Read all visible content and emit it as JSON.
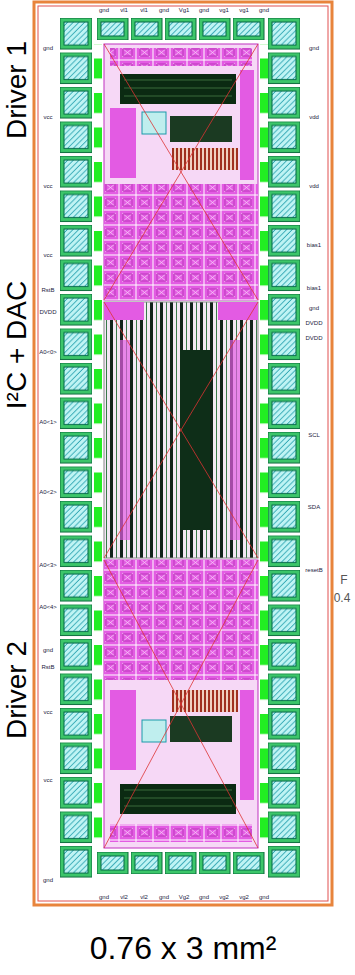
{
  "diagram": {
    "labels": [
      "Driver 1",
      "I²C + DAC",
      "Driver 2",
      "0.76 x 3 mm²",
      "gnd",
      "vl1",
      "vl1",
      "gnd",
      "Vg1",
      "gnd",
      "vg1",
      "vg1",
      "gnd",
      "gnd",
      "vl2",
      "vl2",
      "gnd",
      "Vg2",
      "gnd",
      "vg2",
      "vg2",
      "gnd",
      "gnd",
      "vcc",
      "vcc",
      "vcc",
      "RstB",
      "DVDD",
      "A0<0>",
      "A0<1>",
      "A0<2>",
      "A0<3>",
      "A0<4>",
      "gnd",
      "RstB",
      "vcc",
      "vcc",
      "gnd",
      "gnd",
      "vdd",
      "vdd",
      "bias1",
      "bias1",
      "gnd",
      "DVDD",
      "DVDD",
      "SCL",
      "SDA",
      "resetB",
      "F",
      "0.4"
    ]
  }
}
